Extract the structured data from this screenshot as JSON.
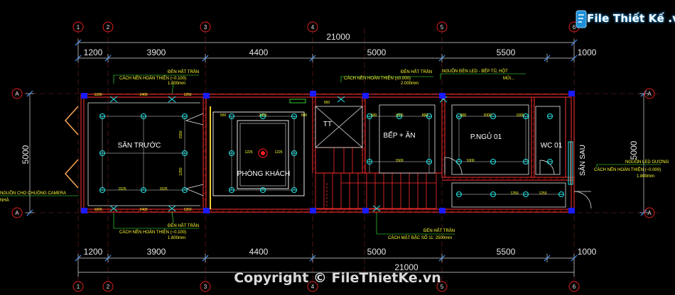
{
  "overall": {
    "top": "21000",
    "bottom": "21000"
  },
  "dims_top": [
    "1200",
    "3900",
    "4400",
    "5000",
    "5500",
    "1000"
  ],
  "dims_bottom": [
    "1200",
    "3900",
    "4400",
    "5000",
    "5500",
    "1000"
  ],
  "dim_side": {
    "left": "5000",
    "right": "5000"
  },
  "axes": {
    "top_left": "1",
    "bottom_left": "1",
    "top_row": [
      "2",
      "3",
      "4",
      "5",
      "6"
    ],
    "bottom_row": [
      "2",
      "3",
      "4",
      "5",
      "6"
    ],
    "side": "A"
  },
  "rooms": {
    "front_yard": "SÂN TRƯỚC",
    "living": "PHÒNG KHÁCH",
    "tt": "TT",
    "kitchen": "BẾP + ĂN",
    "bedroom": "P.NGỦ 01",
    "wc": "WC 01",
    "back_yard": "SÂN SAU"
  },
  "notes": {
    "n1_a": "ĐÈN HẮT TRẦN",
    "n1_b": "CÁCH NỀN HOÀN THIỆN (~0.100)",
    "n1_c": "1.800mm",
    "n2_a": "ĐÈN HẮT TRẦN",
    "n2_b": "CÁCH NỀN HOÀN THIỆN (±0.000)",
    "n2_c": "2.000mm",
    "n3_a": "NGUỒN ĐÈN LED - BẾP TỦ, HỘT",
    "n3_b": "MỦI...",
    "n4_a": "NGUỒN LED GƯƠNG",
    "n4_b": "CÁCH NỀN HOÀN THIỆN (~0.000)",
    "n4_c": "1.800mm",
    "n5_a": "NGUỒN CHO CHUÔNG CAMERA",
    "n5_b": "NHÀ",
    "n6_a": "ĐÈN HẮT TRẦN",
    "n6_b": "CÁCH NỀN HOÀN THIỆN (~0.100)",
    "n6_c": "1.800mm",
    "n7_a": "ĐÈN HẮT TRẦN",
    "n7_b": "CÁCH MẶT BẬC SỐ 11: 2500mm"
  },
  "small_dims": {
    "a": "1200",
    "b": "2400",
    "c": "1250",
    "d": "1000",
    "e": "500",
    "f": "2400",
    "g": "500",
    "h": "950",
    "i": "1500",
    "j": "500",
    "k": "2000",
    "l": "1525",
    "m": "1525",
    "n": "1225",
    "o": "1225",
    "p": "1550",
    "q": "1000",
    "r": "1000",
    "s": "1500",
    "t": "1250",
    "u": "1250",
    "v": "2400",
    "w": "1250",
    "x": "800",
    "y": "800"
  },
  "colors": {
    "wall": "#ff2f2f",
    "dim": "#dcdcdc",
    "note": "#ffff32",
    "green": "#3cff3c",
    "cyan": "#28e6e6",
    "blue": "#1a1aff",
    "orange": "#f0a050"
  },
  "logo": {
    "text": "File Thiết Kế .vn"
  },
  "copyright": "Copyright © FileThietKe.vn"
}
